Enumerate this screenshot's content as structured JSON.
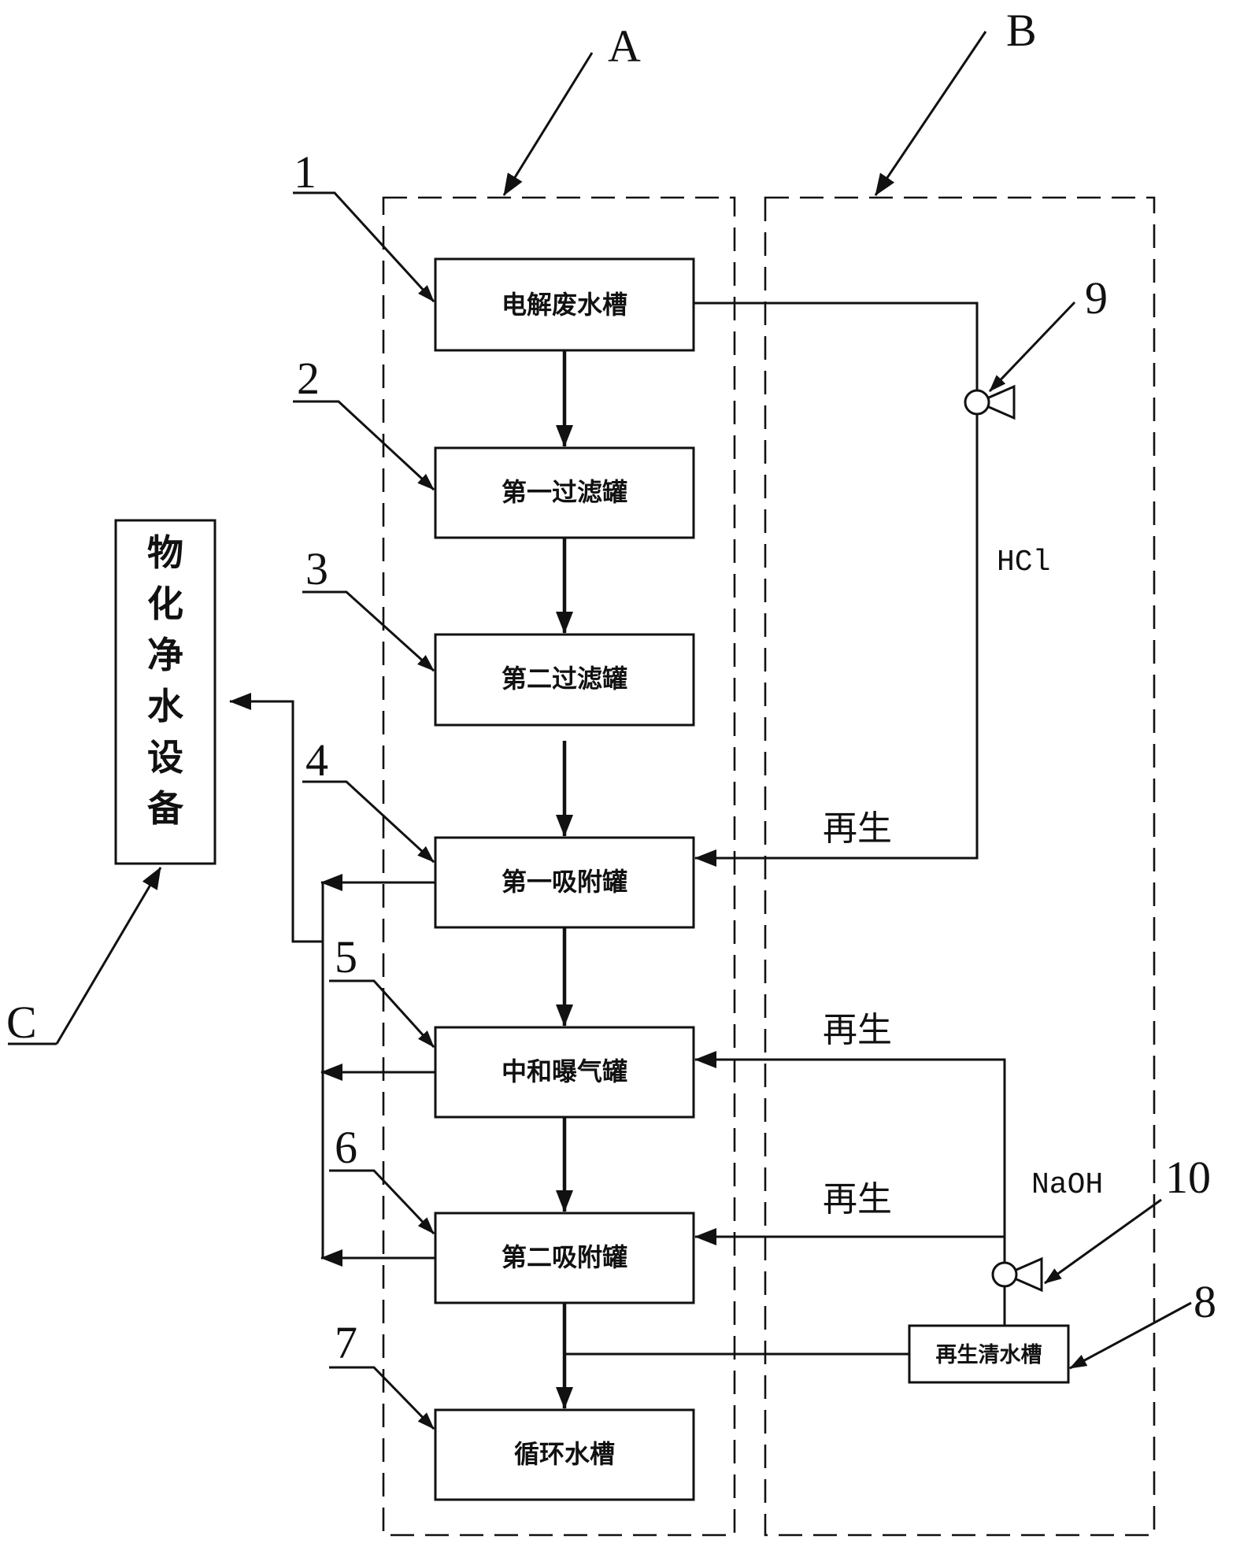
{
  "groups": {
    "a": "A",
    "b": "B",
    "c": "C"
  },
  "units": {
    "u1": "电解废水槽",
    "u2": "第一过滤罐",
    "u3": "第二过滤罐",
    "u4": "第一吸附罐",
    "u5": "中和曝气罐",
    "u6": "第二吸附罐",
    "u7": "循环水槽",
    "u8": "再生清水槽",
    "c_box": [
      "物",
      "化",
      "净",
      "水",
      "设",
      "备"
    ]
  },
  "refs": {
    "r1": "1",
    "r2": "2",
    "r3": "3",
    "r4": "4",
    "r5": "5",
    "r6": "6",
    "r7": "7",
    "r8": "8",
    "r9": "9",
    "r10": "10"
  },
  "flows": {
    "hcl": "HCl",
    "naoh": "NaOH",
    "regen_1": "再生",
    "regen_2": "再生",
    "regen_3": "再生"
  },
  "colors": {
    "ink": "#111111",
    "background": "#ffffff"
  }
}
